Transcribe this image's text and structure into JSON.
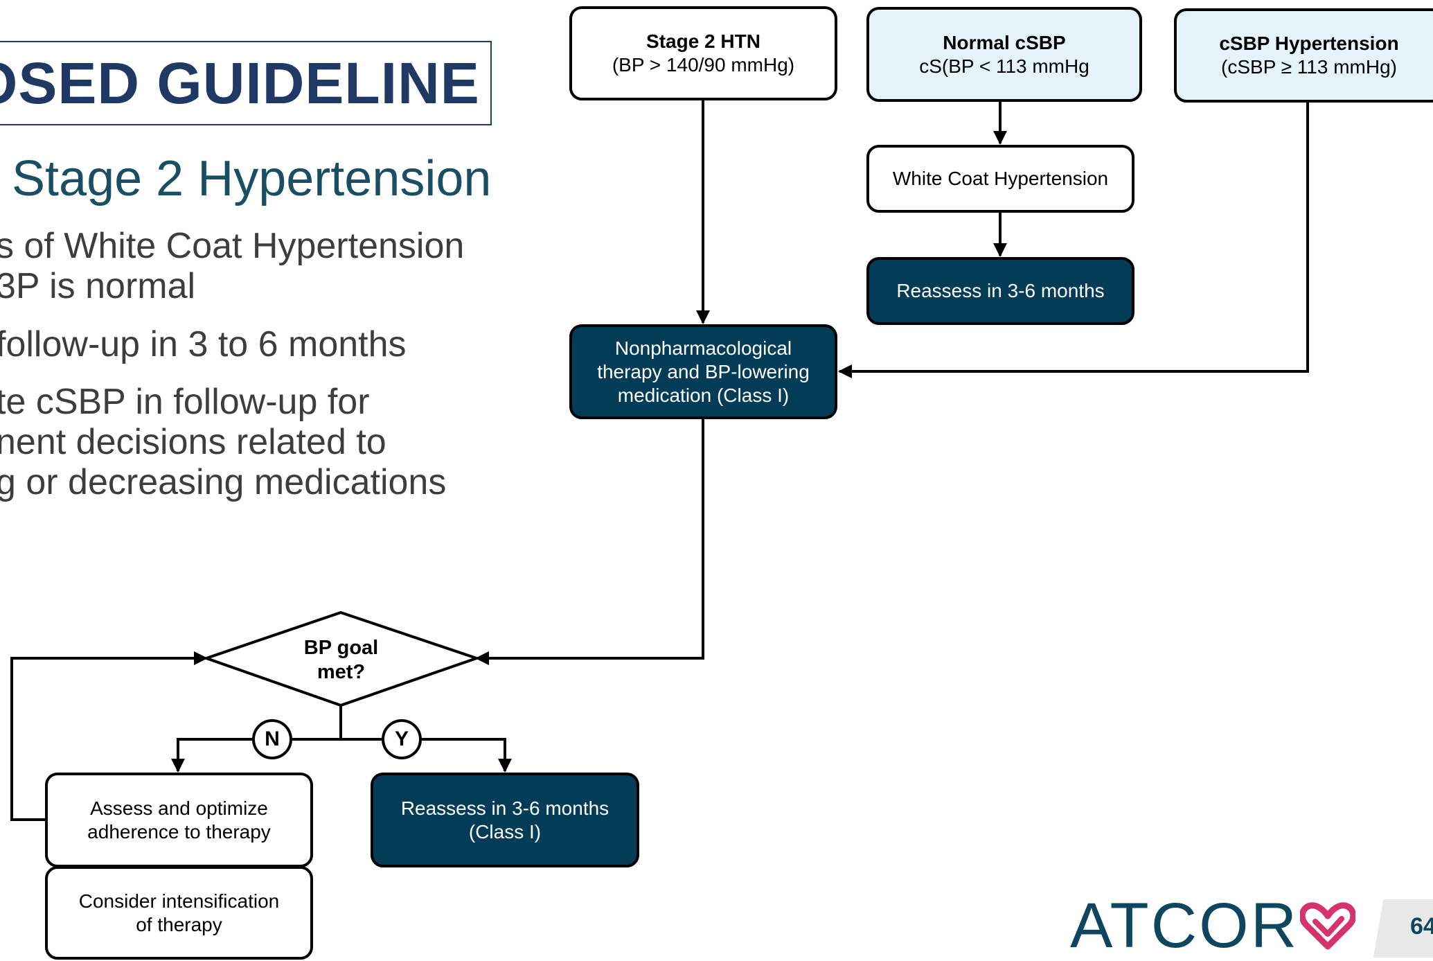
{
  "slide": {
    "header": "OSED GUIDELINE",
    "subtitle": "Stage 2 Hypertension",
    "bullets": [
      [
        "s of White Coat Hypertension",
        "3P is normal"
      ],
      [
        " follow-up in 3 to 6 months"
      ],
      [
        "te cSBP in follow-up for",
        "nent decisions related to",
        "g or decreasing medications"
      ]
    ]
  },
  "flowchart": {
    "stage2": {
      "title": "Stage 2 HTN",
      "detail": "(BP > 140/90 mmHg)"
    },
    "normal_csbp": {
      "title": "Normal cSBP",
      "detail": "cS(BP < 113 mmHg"
    },
    "csbp_htn": {
      "title": "cSBP Hypertension",
      "detail": "(cSBP ≥ 113 mmHg)"
    },
    "white_coat": "White Coat Hypertension",
    "reassess_top": "Reassess in 3-6 months",
    "therapy": [
      "Nonpharmacological",
      "therapy and BP-lowering",
      "medication (Class I)"
    ],
    "decision": [
      "BP goal",
      "met?"
    ],
    "no_label": "N",
    "yes_label": "Y",
    "adherence": [
      "Assess and optimize",
      "adherence to therapy"
    ],
    "reassess_bottom": [
      "Reassess in 3-6 months",
      "(Class I)"
    ],
    "intensify": [
      "Consider intensification",
      "of therapy"
    ]
  },
  "footer": {
    "logo": "ATCOR",
    "page_number": "64"
  },
  "colors": {
    "dark_box": "#033c56",
    "light_box": "#e5f4fb",
    "title": "#1f3864",
    "logo": "#0e4660"
  }
}
